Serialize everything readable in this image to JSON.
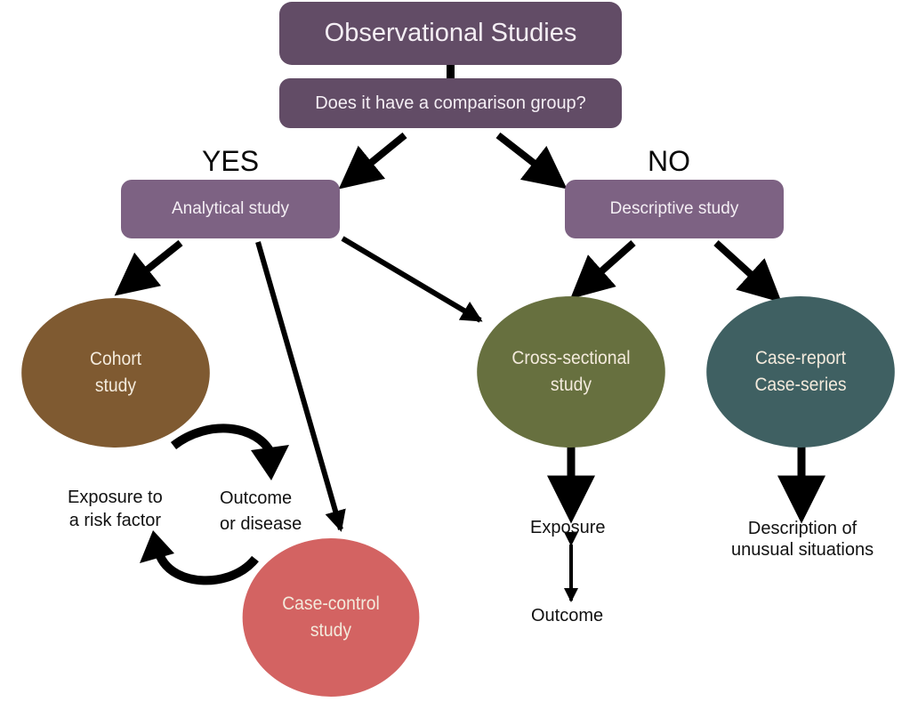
{
  "title": "Observational Studies",
  "question": "Does it have a comparison group?",
  "branches": {
    "yes": "YES",
    "no": "NO"
  },
  "categories": {
    "analytical": "Analytical study",
    "descriptive": "Descriptive study"
  },
  "studies": {
    "cohort": {
      "line1": "Cohort",
      "line2": "study",
      "color": "#7f5a31"
    },
    "case_control": {
      "line1": "Case-control",
      "line2": "study",
      "color": "#d36362"
    },
    "cross_sectional": {
      "line1": "Cross-sectional",
      "line2": "study",
      "color": "#67703f"
    },
    "case_report": {
      "line1": "Case-report",
      "line2": "Case-series",
      "color": "#3f6062"
    }
  },
  "notes": {
    "exposure_risk": {
      "line1": "Exposure to",
      "line2": "a risk factor"
    },
    "outcome_disease": {
      "line1": "Outcome",
      "line2": "or disease"
    },
    "exposure": "Exposure",
    "outcome": "Outcome",
    "description": {
      "line1": "Description of",
      "line2": "unusual situations"
    }
  },
  "colors": {
    "title_box": "#624c66",
    "category_box": "#7d6283",
    "arrow": "#000000"
  }
}
